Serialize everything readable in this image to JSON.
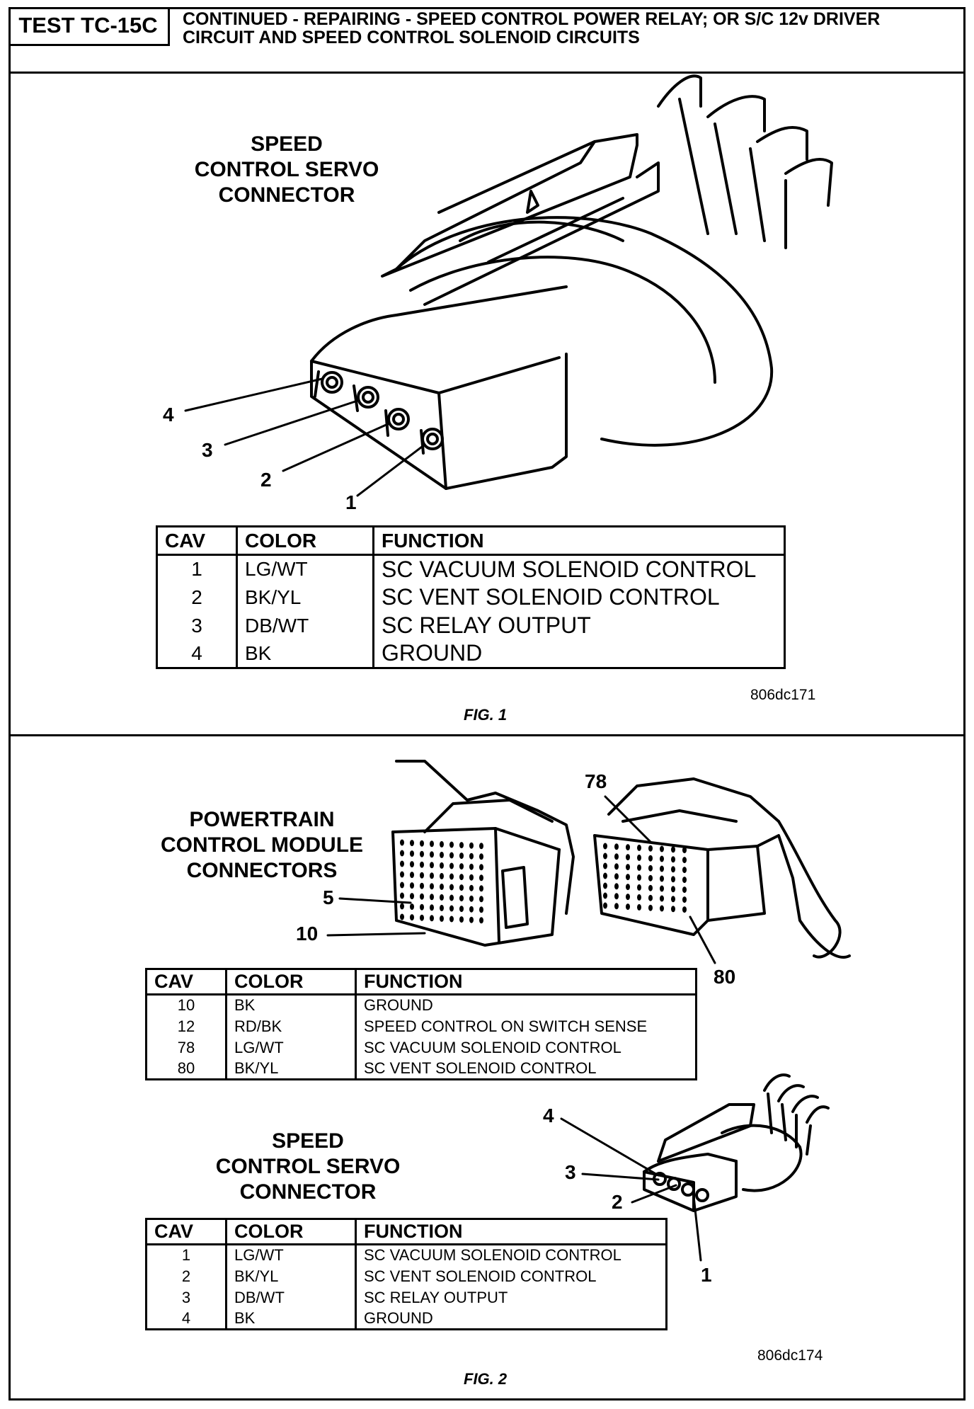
{
  "header": {
    "test_id": "TEST TC-15C",
    "title_line1": "CONTINUED - REPAIRING - SPEED CONTROL POWER RELAY; OR S/C 12v DRIVER",
    "title_line2": "CIRCUIT AND SPEED CONTROL SOLENOID CIRCUITS"
  },
  "fig1": {
    "label_line1": "SPEED",
    "label_line2": "CONTROL SERVO",
    "label_line3": "CONNECTOR",
    "callouts": [
      "4",
      "3",
      "2",
      "1"
    ],
    "table": {
      "headers": [
        "CAV",
        "COLOR",
        "FUNCTION"
      ],
      "rows": [
        [
          "1",
          "LG/WT",
          "SC VACUUM SOLENOID CONTROL"
        ],
        [
          "2",
          "BK/YL",
          "SC VENT SOLENOID CONTROL"
        ],
        [
          "3",
          "DB/WT",
          "SC RELAY OUTPUT"
        ],
        [
          "4",
          "BK",
          "GROUND"
        ]
      ]
    },
    "code": "806dc171",
    "caption": "FIG. 1"
  },
  "fig2": {
    "pcm_label_line1": "POWERTRAIN",
    "pcm_label_line2": "CONTROL MODULE",
    "pcm_label_line3": "CONNECTORS",
    "pcm_callouts": [
      "5",
      "10",
      "78",
      "80"
    ],
    "pcm_table": {
      "headers": [
        "CAV",
        "COLOR",
        "FUNCTION"
      ],
      "rows": [
        [
          "10",
          "BK",
          "GROUND"
        ],
        [
          "12",
          "RD/BK",
          "SPEED CONTROL ON SWITCH SENSE"
        ],
        [
          "78",
          "LG/WT",
          "SC VACUUM SOLENOID CONTROL"
        ],
        [
          "80",
          "BK/YL",
          "SC VENT SOLENOID CONTROL"
        ]
      ]
    },
    "servo_label_line1": "SPEED",
    "servo_label_line2": "CONTROL SERVO",
    "servo_label_line3": "CONNECTOR",
    "servo_callouts": [
      "4",
      "3",
      "2",
      "1"
    ],
    "servo_table": {
      "headers": [
        "CAV",
        "COLOR",
        "FUNCTION"
      ],
      "rows": [
        [
          "1",
          "LG/WT",
          "SC VACUUM SOLENOID CONTROL"
        ],
        [
          "2",
          "BK/YL",
          "SC VENT SOLENOID CONTROL"
        ],
        [
          "3",
          "DB/WT",
          "SC RELAY OUTPUT"
        ],
        [
          "4",
          "BK",
          "GROUND"
        ]
      ]
    },
    "code": "806dc174",
    "caption": "FIG. 2"
  }
}
